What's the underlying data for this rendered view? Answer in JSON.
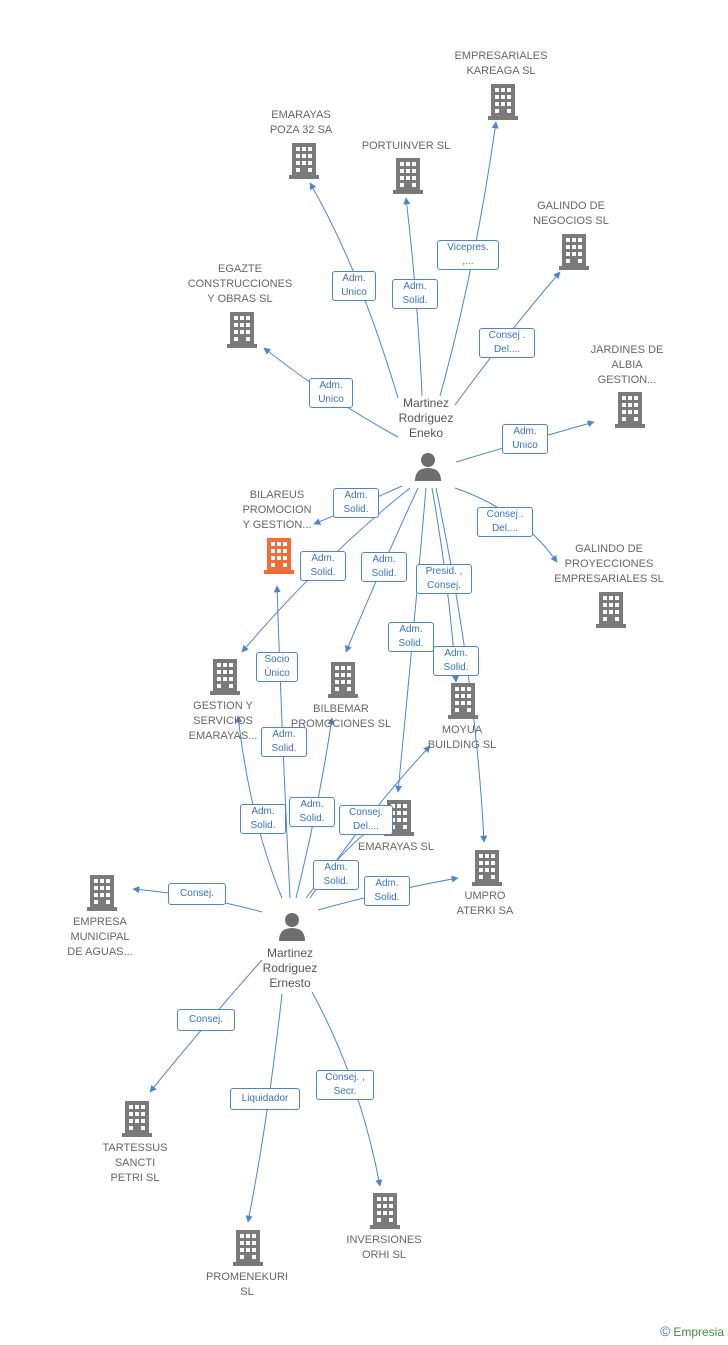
{
  "colors": {
    "edge": "#4a86cf",
    "building": "#7a7a7a",
    "building_highlight": "#f26b3a",
    "person": "#6e6e6e"
  },
  "people": {
    "eneko": "Martinez\nRodriguez\nEneko",
    "ernesto": "Martinez\nRodriguez\nErnesto"
  },
  "companies": {
    "empresariales_kareaga": "EMPRESARIALES\nKAREAGA SL",
    "emarayas_poza": "EMARAYAS\nPOZA 32 SA",
    "portuinver": "PORTUINVER SL",
    "galindo_negocios": "GALINDO DE\nNEGOCIOS SL",
    "egazte": "EGAZTE\nCONSTRUCCIONES\nY OBRAS SL",
    "jardines_albia": "JARDINES DE\nALBIA\nGESTION...",
    "bilareus": "BILAREUS\nPROMOCION\nY GESTION...",
    "galindo_proyecciones": "GALINDO DE\nPROYECCIONES\nEMPRESARIALES SL",
    "gestion_servicios": "GESTION Y\nSERVICIOS\nEMARAYAS...",
    "bilbemar": "BILBEMAR\nPROMOCIONES SL",
    "moyua": "MOYUA\nBUILDING SL",
    "emarayas": "EMARAYAS SL",
    "umpro": "UMPRO\nATERKI SA",
    "empresa_municipal": "EMPRESA\nMUNICIPAL\nDE AGUAS...",
    "tartessus": "TARTESSUS\nSANCTI\nPETRI SL",
    "inversiones_orhi": "INVERSIONES\nORHI SL",
    "promenekuri": "PROMENEKURI\nSL"
  },
  "relations": {
    "adm_unico": "Adm.\nUnico",
    "adm_solid": "Adm.\nSolid.",
    "vicepres": "Vicepres.\n,...",
    "consej_del": "Consej.\nDel....",
    "consej_dot_del": "Consej .\nDel....",
    "presid_consej": "Presid. ,\nConsej.",
    "socio_unico": "Socio\nÚnico",
    "consej": "Consej.",
    "consej_secr": "Consej. ,\nSecr.",
    "liquidador": "Liquidador"
  },
  "watermark": {
    "symbol": "©",
    "brand": "Empresia"
  }
}
